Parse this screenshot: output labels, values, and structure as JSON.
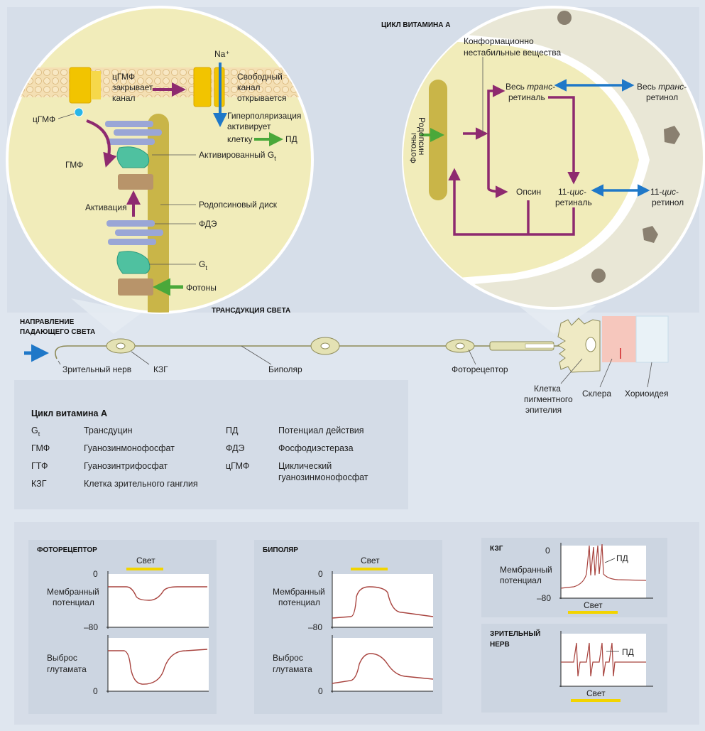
{
  "header": {
    "vitamin_cycle_title": "ЦИКЛ ВИТАМИНА А",
    "transduction_title": "ТРАНСДУКЦИЯ СВЕТА",
    "light_direction": [
      "НАПРАВЛЕНИЕ",
      "ПАДАЮЩЕГО СВЕТА"
    ]
  },
  "transduction": {
    "na": "Na⁺",
    "cgmp_closes": [
      "цГМФ",
      "закрывает",
      "канал"
    ],
    "free_channel_opens": [
      "Свободный",
      "канал",
      "открывается"
    ],
    "hyperpolarization": [
      "Гиперполяризация",
      "активирует",
      "клетку"
    ],
    "ap": "ПД",
    "cgmp": "цГМФ",
    "gmp": "ГМФ",
    "activated_gt": "Активированный G",
    "gt_sub": "t",
    "activation": "Активация",
    "rhodopsin_disk": "Родопсиновый диск",
    "pde": "ФДЭ",
    "gt": "G",
    "photons": "Фотоны"
  },
  "vitamin_cycle": {
    "conformational": [
      "Конформационно",
      "нестабильные вещества"
    ],
    "all_trans_retinal_1": "Весь ",
    "trans": "транс",
    "retinal_suffix": "-",
    "retinal_word": "ретиналь",
    "all_trans_retinol_1": "Весь ",
    "retinol_word": "ретинол",
    "photons": "Фотоны",
    "rhodopsin": "Родопсин",
    "opsin": "Опсин",
    "cis_retinal_prefix": "11-",
    "cis": "цис",
    "cis_retinal_word": "ретиналь",
    "cis_retinol_word": "ретинол"
  },
  "pathway": {
    "optic_nerve": "Зрительный нерв",
    "rgc": "КЗГ",
    "bipolar": "Биполяр",
    "photoreceptor": "Фоторецептор",
    "pigment_epithelium": [
      "Клетка",
      "пигментного",
      "эпителия"
    ],
    "sclera": "Склера",
    "choroid": "Хориоидея"
  },
  "legend": {
    "title": "Цикл витамина А",
    "items": [
      {
        "abbr": "G",
        "sub": "t",
        "desc": [
          "Трансдуцин"
        ]
      },
      {
        "abbr": "ГМФ",
        "sub": "",
        "desc": [
          "Гуанозинмонофосфат"
        ]
      },
      {
        "abbr": "ГТФ",
        "sub": "",
        "desc": [
          "Гуанозинтрифосфат"
        ]
      },
      {
        "abbr": "КЗГ",
        "sub": "",
        "desc": [
          "Клетка зрительного ганглия"
        ]
      },
      {
        "abbr": "ПД",
        "sub": "",
        "desc": [
          "Потенциал действия"
        ]
      },
      {
        "abbr": "ФДЭ",
        "sub": "",
        "desc": [
          "Фосфодиэстераза"
        ]
      },
      {
        "abbr": "цГМФ",
        "sub": "",
        "desc": [
          "Циклический",
          "гуанозинмонофосфат"
        ]
      }
    ]
  },
  "graphs": {
    "photoreceptor": {
      "title": "ФОТОРЕЦЕПТОР",
      "light": "Свет",
      "membrane": [
        "Мембранный",
        "потенциал"
      ],
      "glutamate": [
        "Выброс",
        "глутамата"
      ],
      "tick_top": "0",
      "tick_mid": "–80",
      "tick_bottom": "0"
    },
    "bipolar": {
      "title": "БИПОЛЯР",
      "light": "Свет",
      "membrane": [
        "Мембранный",
        "потенциал"
      ],
      "glutamate": [
        "Выброс",
        "глутамата"
      ],
      "tick_top": "0",
      "tick_mid": "–80",
      "tick_bottom": "0"
    },
    "rgc": {
      "title": "КЗГ",
      "light": "Свет",
      "membrane": [
        "Мембранный",
        "потенциал"
      ],
      "tick_top": "0",
      "tick_bottom": "–80",
      "ap": "ПД"
    },
    "optic_nerve": {
      "title": [
        "ЗРИТЕЛЬНЫЙ",
        "НЕРВ"
      ],
      "light": "Свет",
      "ap": "ПД"
    }
  },
  "colors": {
    "purple": "#8e2a6f",
    "blue": "#1f78c8",
    "green": "#4aa83a",
    "yellow": "#f2c400",
    "circle_fill": "#f1ecba",
    "rod": "#c9b548",
    "trace": "#a8433e"
  }
}
